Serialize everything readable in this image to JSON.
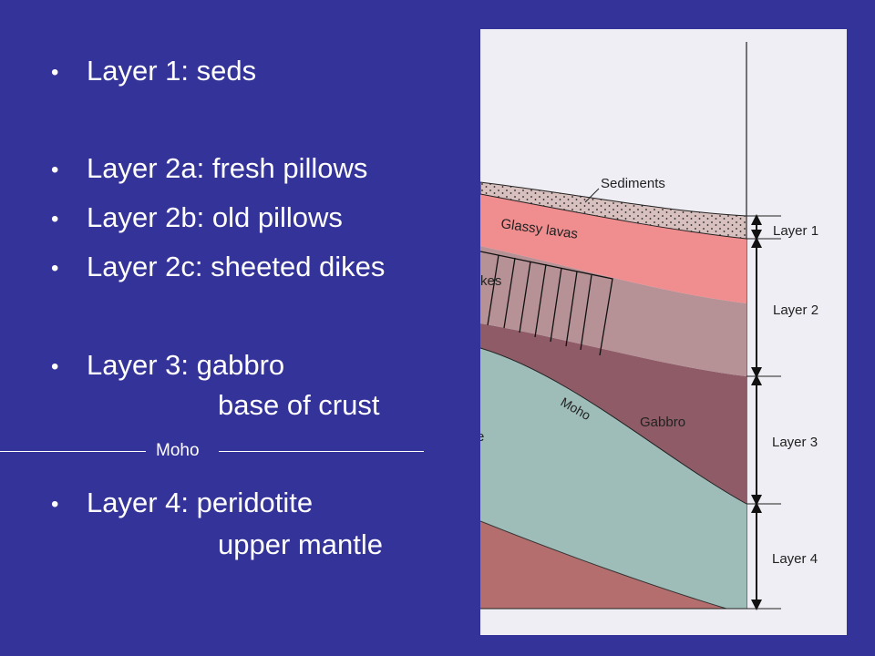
{
  "bullets": [
    {
      "lines": [
        "Layer 1: seds"
      ]
    },
    {
      "lines": [
        "Layer 2a: fresh pillows"
      ]
    },
    {
      "lines": [
        "Layer 2b: old pillows"
      ]
    },
    {
      "lines": [
        "Layer 2c: sheeted dikes"
      ]
    },
    {
      "lines": [
        "Layer 3: gabbro",
        "base of crust"
      ]
    },
    {
      "lines": [
        "Layer 4: peridotite",
        "upper mantle"
      ]
    }
  ],
  "moho_label": "Moho",
  "figure": {
    "sediments": "Sediments",
    "glassy": "Glassy lavas",
    "dikes": "kes",
    "moho": "Moho",
    "gabbro": "Gabbro",
    "partial": "e",
    "layers": [
      "Layer 1",
      "Layer 2",
      "Layer 3",
      "Layer 4"
    ]
  }
}
